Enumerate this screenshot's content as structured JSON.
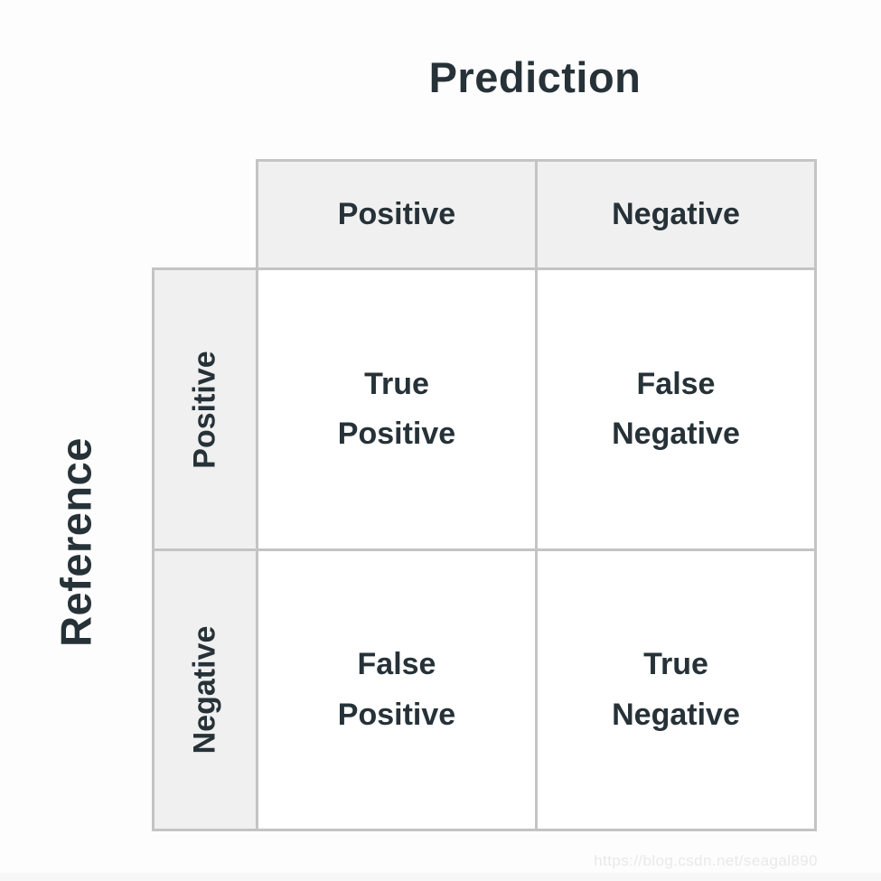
{
  "axes": {
    "column_axis_title": "Prediction",
    "row_axis_title": "Reference"
  },
  "matrix": {
    "column_headers": [
      "Positive",
      "Negative"
    ],
    "row_headers": [
      "Positive",
      "Negative"
    ],
    "cells": [
      [
        "True\nPositive",
        "False\nNegative"
      ],
      [
        "False\nPositive",
        "True\nNegative"
      ]
    ]
  },
  "watermark": "https://blog.csdn.net/seagal890",
  "colors": {
    "text": "#263238",
    "header_background": "#f0f0f0",
    "border": "#c4c4c4",
    "cell_background": "#ffffff",
    "watermark_text": "#e9e9e9",
    "page_background": "#fdfdfd"
  }
}
